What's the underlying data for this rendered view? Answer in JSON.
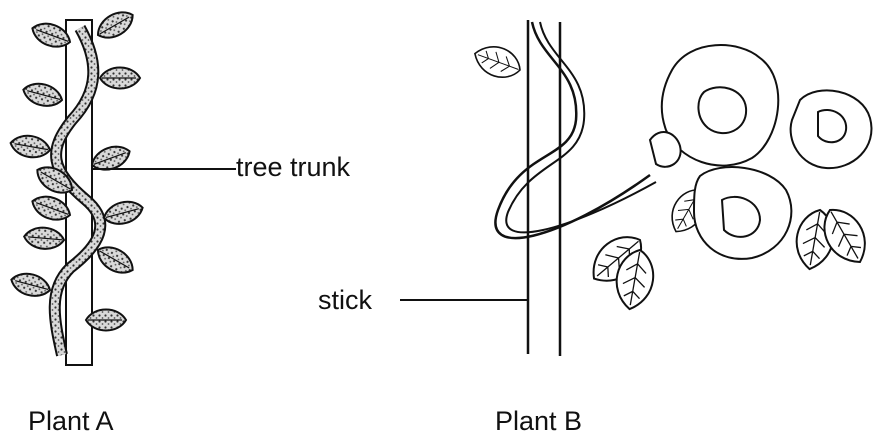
{
  "figure": {
    "labels": {
      "tree_trunk": "tree trunk",
      "stick": "stick"
    },
    "captions": {
      "plant_a": "Plant A",
      "plant_b": "Plant B"
    },
    "colors": {
      "ink": "#111111",
      "leaf_fill": "#8c8c8c",
      "paper": "#ffffff"
    }
  }
}
